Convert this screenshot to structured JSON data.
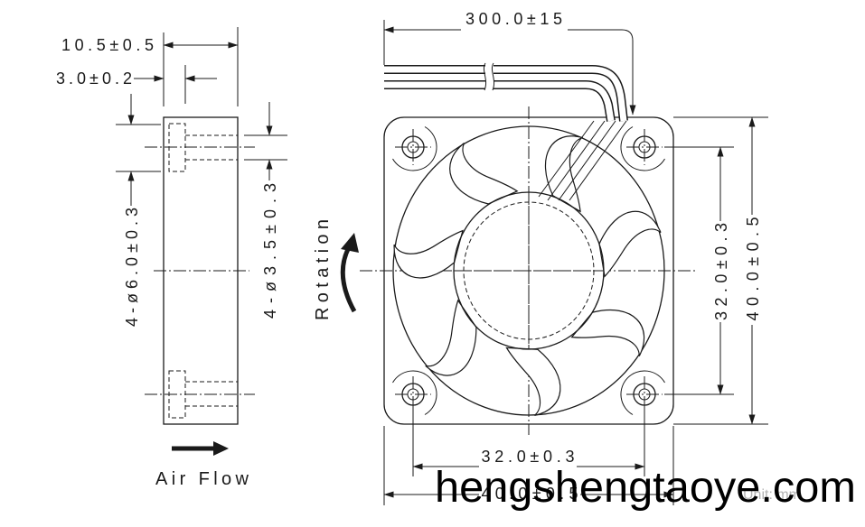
{
  "drawing": {
    "side_view": {
      "width_dim": "10.5±0.5",
      "offset_dim": "3.0±0.2",
      "counterbore_dim": "4-ø6.0±0.3",
      "hole_dim": "4-ø3.5±0.3"
    },
    "rotation_label": "Rotation",
    "airflow_label": "Air Flow",
    "front_view": {
      "lead_length_dim": "300.0±15",
      "hole_pitch_vertical_dim": "32.0±0.3",
      "frame_height_dim": "40.0±0.5",
      "hole_pitch_horizontal_dim": "32.0±0.3",
      "frame_width_dim": "40.0±0.5"
    },
    "unit_label": "Unit: mm"
  },
  "watermark": "hengshengtaoye.com",
  "colors": {
    "line": "#1a1a1a",
    "background": "#ffffff",
    "unit_text": "#b3b3b3"
  }
}
